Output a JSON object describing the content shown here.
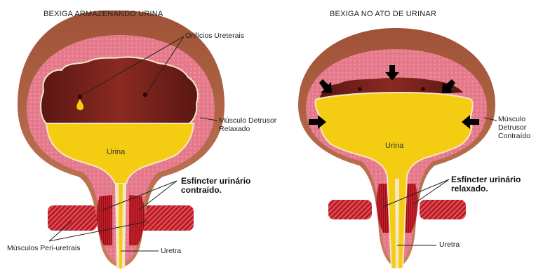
{
  "left": {
    "title": "BEXIGA ARMAZENANDO URINA",
    "orifices": "Orifícios Ureterais",
    "detrusor": "Músculo Detrusor\nRelaxado",
    "urine": "Urina",
    "sphincter": "Esfíncter urinário\ncontraído.",
    "periurethral": "Músculos Peri-uretrais",
    "urethra": "Uretra"
  },
  "right": {
    "title": "BEXIGA NO ATO DE URINAR",
    "detrusor": "Músculo\nDetrusor\nContraído",
    "urine": "Urina",
    "sphincter": "Esfíncter urinário\nrelaxado.",
    "urethra": "Uretra"
  },
  "colors": {
    "outer_wall": "#b96a4c",
    "muscle": "#e77e8f",
    "lumen": "#7a231f",
    "urine": "#f4cd12",
    "sphincter": "#c81f2a",
    "periurethral": "#a8161f",
    "arrow": "#000000"
  }
}
